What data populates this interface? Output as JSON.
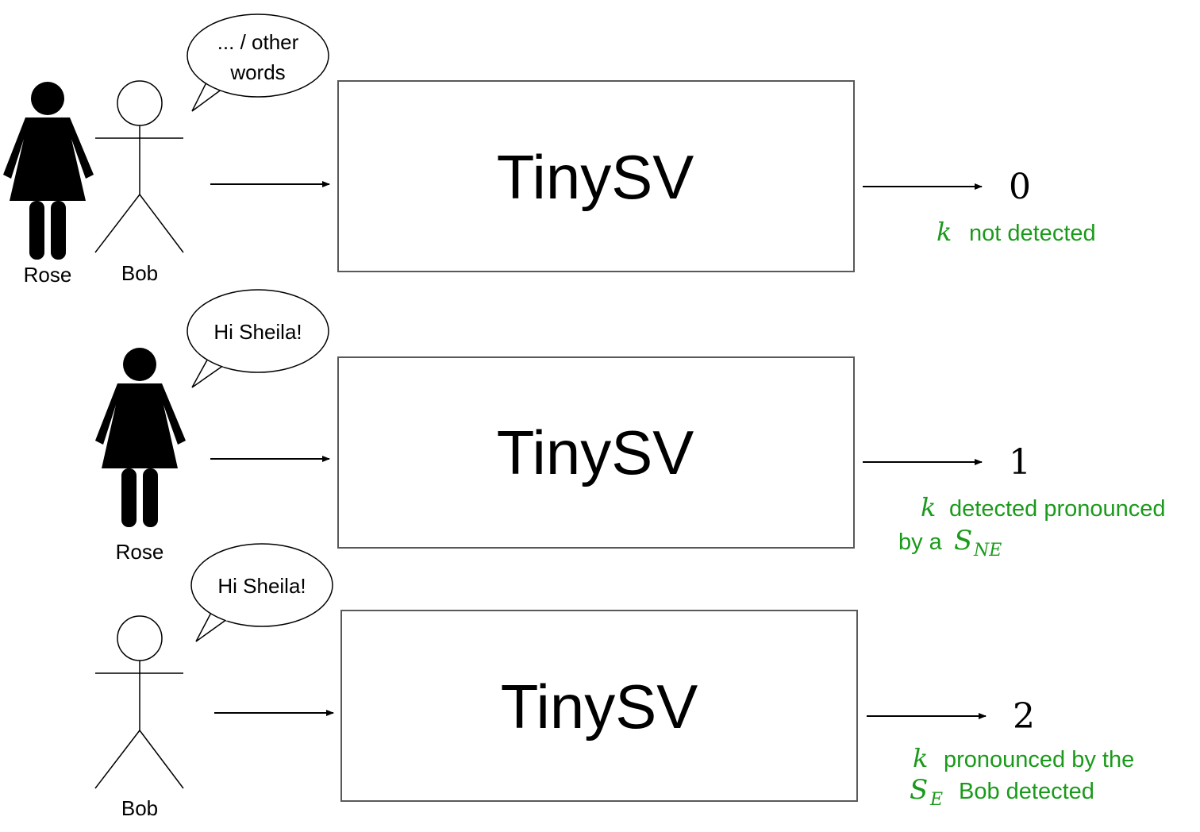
{
  "colors": {
    "box_border": "#595959",
    "arrow": "#000000",
    "caption": "#1a9a1a",
    "figure": "#000000"
  },
  "scenarios": [
    {
      "speech": [
        "... / other",
        "words"
      ],
      "people": [
        "Rose",
        "Bob"
      ],
      "model": "TinySV",
      "output": "0",
      "caption": {
        "var": "k",
        "line1": "not detected"
      }
    },
    {
      "speech": [
        "Hi Sheila!"
      ],
      "people": [
        "Rose"
      ],
      "model": "TinySV",
      "output": "1",
      "caption": {
        "var": "k",
        "line1": "detected pronounced",
        "line2": "by a",
        "sym": "S",
        "sub": "NE"
      }
    },
    {
      "speech": [
        "Hi Sheila!"
      ],
      "people": [
        "Bob"
      ],
      "model": "TinySV",
      "output": "2",
      "caption": {
        "var": "k",
        "line1": "pronounced by the",
        "sym": "S",
        "sub": "E",
        "line2": "Bob detected"
      }
    }
  ]
}
